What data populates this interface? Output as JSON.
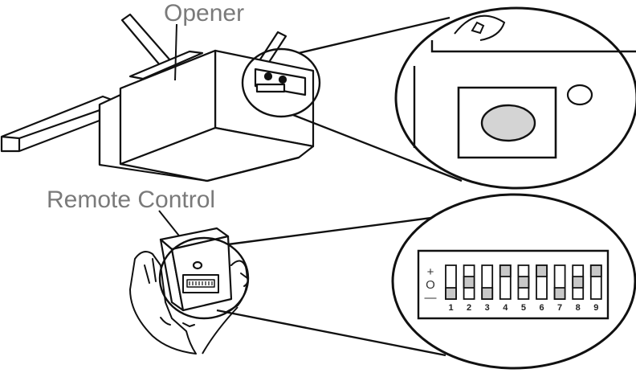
{
  "labels": {
    "opener": "Opener",
    "remote_control": "Remote Control"
  },
  "dip_switch": {
    "scale": {
      "plus": "+",
      "zero": "O",
      "minus": "—"
    },
    "switches": [
      {
        "number": "1",
        "position": "-"
      },
      {
        "number": "2",
        "position": "0"
      },
      {
        "number": "3",
        "position": "-"
      },
      {
        "number": "4",
        "position": "+"
      },
      {
        "number": "5",
        "position": "0"
      },
      {
        "number": "6",
        "position": "+"
      },
      {
        "number": "7",
        "position": "-"
      },
      {
        "number": "8",
        "position": "0"
      },
      {
        "number": "9",
        "position": "+"
      }
    ]
  },
  "colors": {
    "line": "#111111",
    "label_text": "#7a7a7a",
    "button_fill": "#d4d4d4",
    "slider_fill": "#c8c8c8"
  }
}
